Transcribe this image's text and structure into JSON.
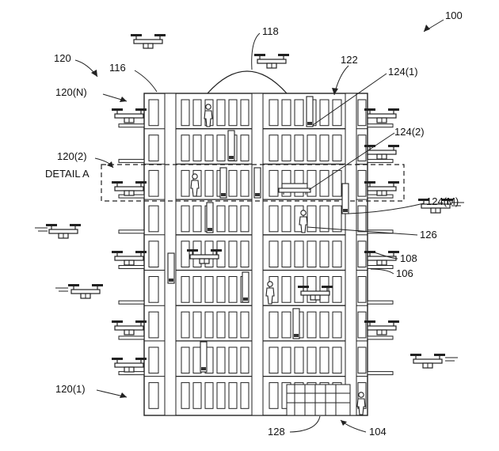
{
  "labels": {
    "system": "100",
    "facility": "120",
    "top_floor": "120(N)",
    "second_floor": "120(2)",
    "detail": "DETAIL A",
    "ground_floor": "120(1)",
    "structure": "116",
    "dome": "118",
    "shaft": "122",
    "vehicle_1": "124(1)",
    "vehicle_2": "124(2)",
    "vehicle_m": "124(M)",
    "person": "126",
    "drone": "108",
    "platform": "106",
    "ground_doors": "128",
    "entrance": "104"
  },
  "colors": {
    "line": "#222222",
    "background": "#ffffff"
  }
}
